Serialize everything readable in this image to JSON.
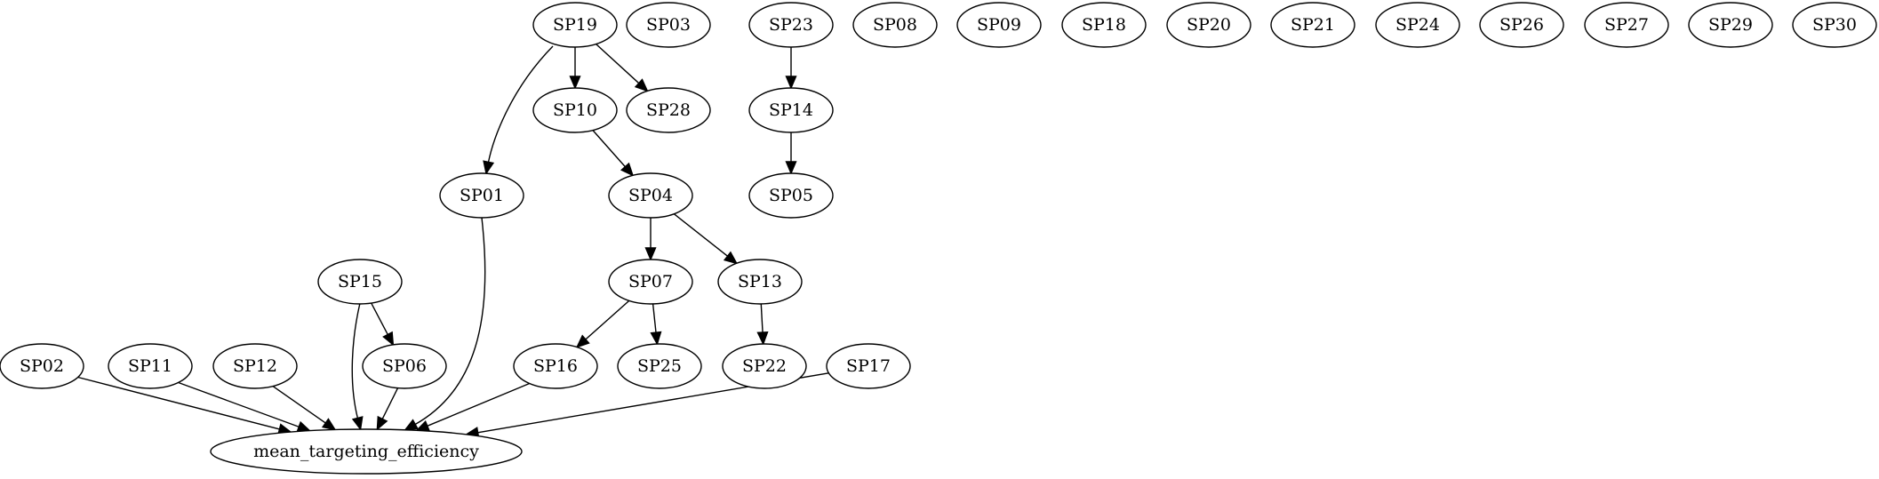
{
  "graph": {
    "nodes": [
      {
        "id": "SP19",
        "label": "SP19"
      },
      {
        "id": "SP03",
        "label": "SP03"
      },
      {
        "id": "SP23",
        "label": "SP23"
      },
      {
        "id": "SP08",
        "label": "SP08"
      },
      {
        "id": "SP09",
        "label": "SP09"
      },
      {
        "id": "SP18",
        "label": "SP18"
      },
      {
        "id": "SP20",
        "label": "SP20"
      },
      {
        "id": "SP21",
        "label": "SP21"
      },
      {
        "id": "SP24",
        "label": "SP24"
      },
      {
        "id": "SP26",
        "label": "SP26"
      },
      {
        "id": "SP27",
        "label": "SP27"
      },
      {
        "id": "SP29",
        "label": "SP29"
      },
      {
        "id": "SP30",
        "label": "SP30"
      },
      {
        "id": "SP10",
        "label": "SP10"
      },
      {
        "id": "SP28",
        "label": "SP28"
      },
      {
        "id": "SP14",
        "label": "SP14"
      },
      {
        "id": "SP01",
        "label": "SP01"
      },
      {
        "id": "SP04",
        "label": "SP04"
      },
      {
        "id": "SP05",
        "label": "SP05"
      },
      {
        "id": "SP15",
        "label": "SP15"
      },
      {
        "id": "SP07",
        "label": "SP07"
      },
      {
        "id": "SP13",
        "label": "SP13"
      },
      {
        "id": "SP02",
        "label": "SP02"
      },
      {
        "id": "SP11",
        "label": "SP11"
      },
      {
        "id": "SP12",
        "label": "SP12"
      },
      {
        "id": "SP06",
        "label": "SP06"
      },
      {
        "id": "SP16",
        "label": "SP16"
      },
      {
        "id": "SP25",
        "label": "SP25"
      },
      {
        "id": "SP22",
        "label": "SP22"
      },
      {
        "id": "SP17",
        "label": "SP17"
      },
      {
        "id": "mean_targeting_efficiency",
        "label": "mean_targeting_efficiency"
      }
    ],
    "edges": [
      {
        "from": "SP19",
        "to": "SP10"
      },
      {
        "from": "SP19",
        "to": "SP28"
      },
      {
        "from": "SP19",
        "to": "SP01"
      },
      {
        "from": "SP23",
        "to": "SP14"
      },
      {
        "from": "SP14",
        "to": "SP05"
      },
      {
        "from": "SP10",
        "to": "SP04"
      },
      {
        "from": "SP04",
        "to": "SP07"
      },
      {
        "from": "SP04",
        "to": "SP13"
      },
      {
        "from": "SP07",
        "to": "SP16"
      },
      {
        "from": "SP07",
        "to": "SP25"
      },
      {
        "from": "SP13",
        "to": "SP22"
      },
      {
        "from": "SP15",
        "to": "SP06"
      },
      {
        "from": "SP15",
        "to": "mean_targeting_efficiency"
      },
      {
        "from": "SP01",
        "to": "mean_targeting_efficiency"
      },
      {
        "from": "SP02",
        "to": "mean_targeting_efficiency"
      },
      {
        "from": "SP11",
        "to": "mean_targeting_efficiency"
      },
      {
        "from": "SP12",
        "to": "mean_targeting_efficiency"
      },
      {
        "from": "SP06",
        "to": "mean_targeting_efficiency"
      },
      {
        "from": "SP16",
        "to": "mean_targeting_efficiency"
      },
      {
        "from": "SP17",
        "to": "mean_targeting_efficiency"
      }
    ]
  }
}
